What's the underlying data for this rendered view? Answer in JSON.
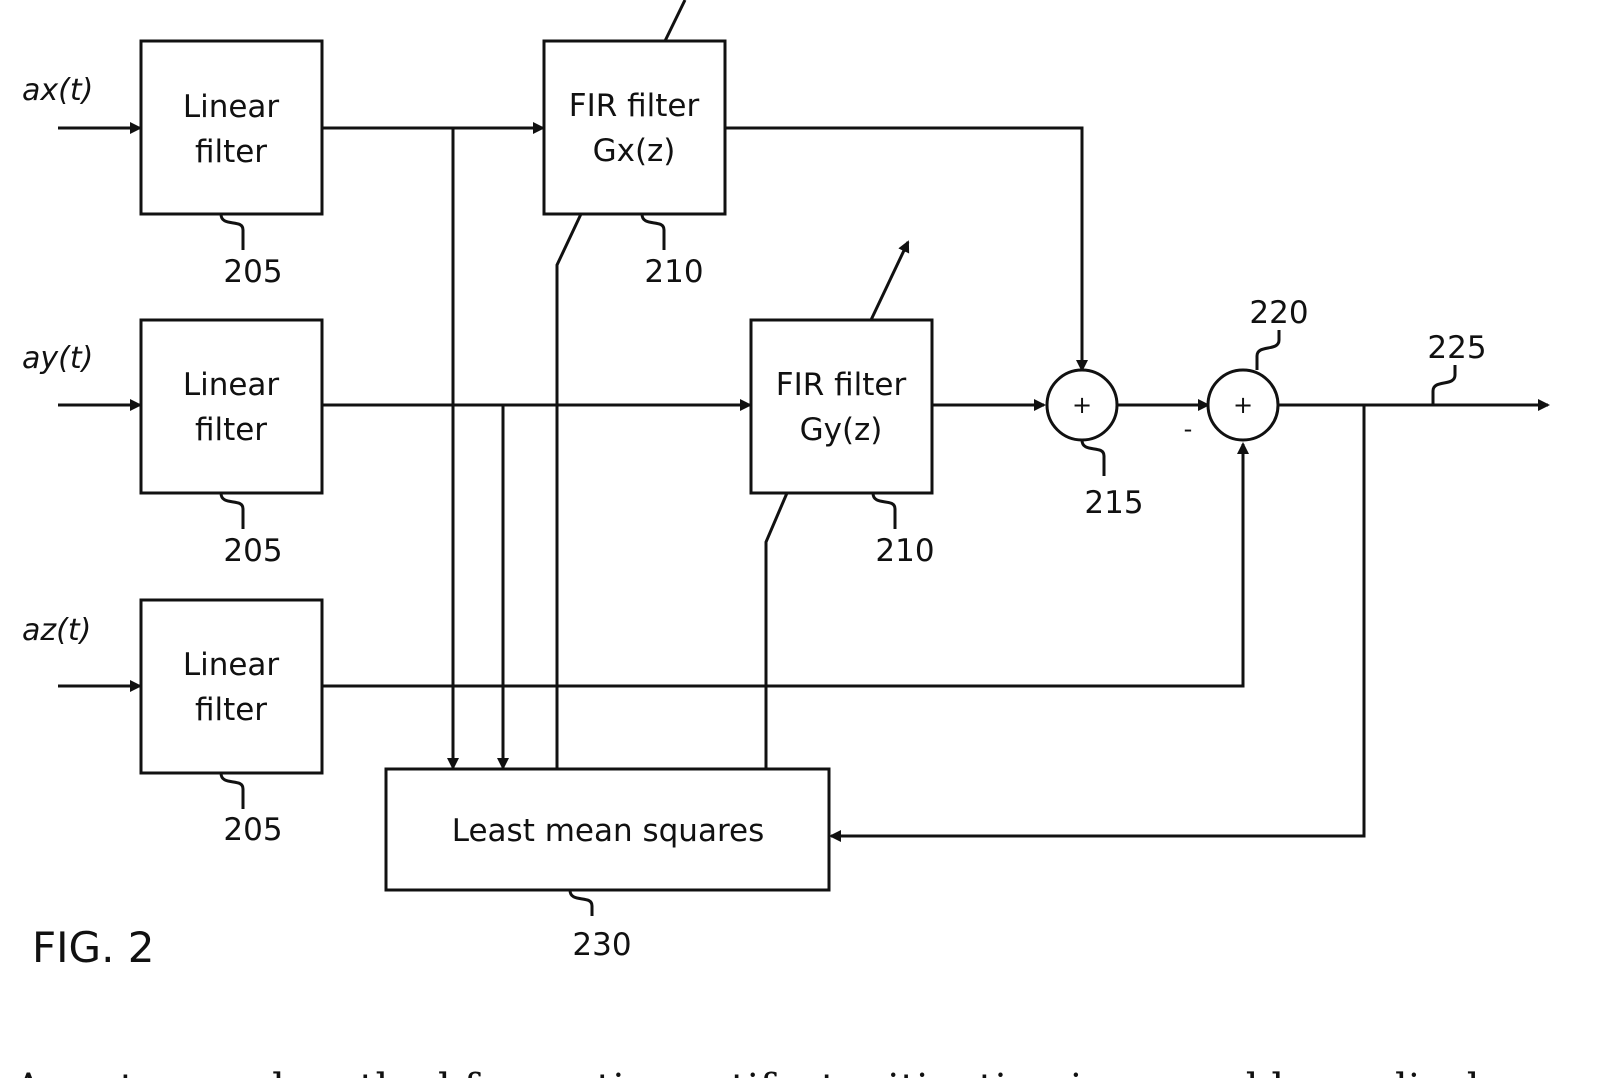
{
  "inputs": {
    "ax": "ax(t)",
    "ay": "ay(t)",
    "az": "az(t)"
  },
  "linear_filter": {
    "line1": "Linear",
    "line2": "filter"
  },
  "fir_x": {
    "line1": "FIR filter",
    "line2": "Gx(z)"
  },
  "fir_y": {
    "line1": "FIR filter",
    "line2": "Gy(z)"
  },
  "lms": {
    "label": "Least mean squares"
  },
  "sum": {
    "plus": "+",
    "minus": "-"
  },
  "refs": {
    "linear_filter": "205",
    "fir_filter": "210",
    "sum_1": "215",
    "sum_2": "220",
    "output": "225",
    "lms": "230"
  },
  "figure": {
    "label": "FIG. 2"
  },
  "footer": {
    "text": "A system and method for motion artifact mitigation in wearable medical sensor devices. In"
  }
}
